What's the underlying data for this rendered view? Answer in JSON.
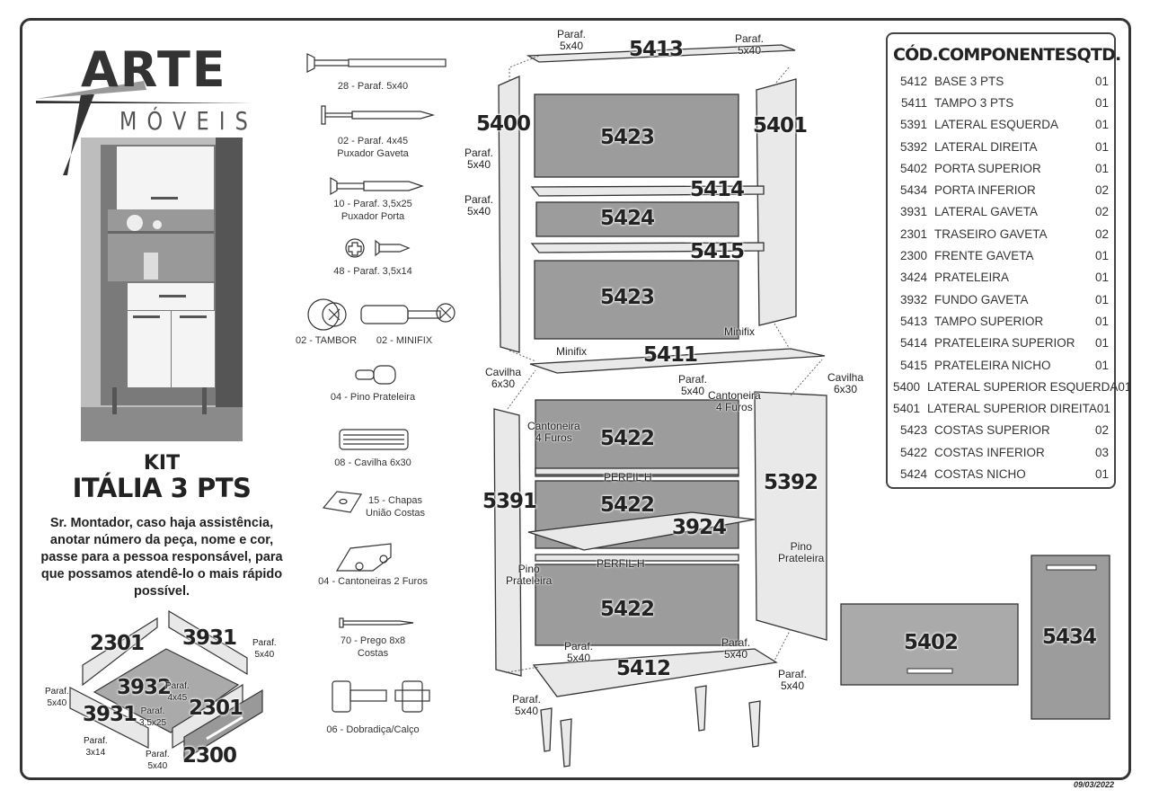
{
  "brand": {
    "name": "ARTE",
    "sub": "MÓVEIS"
  },
  "kit": {
    "prefix": "KIT",
    "title": "ITÁLIA 3 PTS",
    "notice": "Sr. Montador, caso haja assistência, anotar número da peça, nome e cor, passe para a pessoa responsável, para que possamos atendê-lo o mais rápido possível."
  },
  "hardware": [
    "28 - Paraf. 5x40",
    "02 - Paraf. 4x45\nPuxador Gaveta",
    "10 - Paraf. 3,5x25\nPuxador Porta",
    "48 - Paraf. 3,5x14",
    "02 - TAMBOR",
    "02 - MINIFIX",
    "04 - Pino Prateleira",
    "08 - Cavilha 6x30",
    "15 - Chapas\nUnião Costas",
    "04 - Cantoneiras 2 Furos",
    "70 - Prego 8x8\nCostas",
    "06 - Dobradiça/Calço"
  ],
  "table": {
    "headers": [
      "CÓD.",
      "COMPONENTES",
      "QTD."
    ],
    "rows": [
      [
        "5412",
        "BASE 3 PTS",
        "01"
      ],
      [
        "5411",
        "TAMPO 3 PTS",
        "01"
      ],
      [
        "5391",
        "LATERAL ESQUERDA",
        "01"
      ],
      [
        "5392",
        "LATERAL DIREITA",
        "01"
      ],
      [
        "5402",
        "PORTA SUPERIOR",
        "01"
      ],
      [
        "5434",
        "PORTA INFERIOR",
        "02"
      ],
      [
        "3931",
        "LATERAL GAVETA",
        "02"
      ],
      [
        "2301",
        "TRASEIRO GAVETA",
        "02"
      ],
      [
        "2300",
        "FRENTE GAVETA",
        "01"
      ],
      [
        "3424",
        "PRATELEIRA",
        "01"
      ],
      [
        "3932",
        "FUNDO GAVETA",
        "01"
      ],
      [
        "5413",
        "TAMPO SUPERIOR",
        "01"
      ],
      [
        "5414",
        "PRATELEIRA SUPERIOR",
        "01"
      ],
      [
        "5415",
        "PRATELEIRA NICHO",
        "01"
      ],
      [
        "5400",
        "LATERAL SUPERIOR ESQUERDA",
        "01"
      ],
      [
        "5401",
        "LATERAL SUPERIOR DIREITA",
        "01"
      ],
      [
        "5423",
        "COSTAS SUPERIOR",
        "02"
      ],
      [
        "5422",
        "COSTAS INFERIOR",
        "03"
      ],
      [
        "5424",
        "COSTAS NICHO",
        "01"
      ]
    ]
  },
  "codes": [
    "5413",
    "5400",
    "5423",
    "5401",
    "5414",
    "5424",
    "5415",
    "5423",
    "5411",
    "5422",
    "5391",
    "5392",
    "5422",
    "3924",
    "5422",
    "5412",
    "5402",
    "5434"
  ],
  "notes": [
    "Paraf.\n5x40",
    "Paraf.\n5x40",
    "Paraf.\n5x40",
    "Paraf.\n5x40",
    "Paraf.\n5x40",
    "Paraf.\n5x40",
    "Paraf.\n5x40",
    "Paraf.\n5x40",
    "Paraf.\n5x40",
    "Minifix",
    "Minifix",
    "Cavilha\n6x30",
    "Cavilha\n6x30",
    "Cantoneira\n4 Furos",
    "Cantoneira\n4 Furos",
    "PERFIL H",
    "PERFIL H",
    "Pino\nPrateleira",
    "Pino\nPrateleira"
  ],
  "drawer": {
    "codes": [
      "2301",
      "3931",
      "3932",
      "3931",
      "2301",
      "2300"
    ],
    "notes": [
      "Paraf.\n5x40",
      "Paraf.\n4x45",
      "Paraf.\n5x40",
      "Paraf.\n3,5x25",
      "Paraf.\n3x14",
      "Paraf.\n5x40"
    ]
  },
  "date": "09/03/2022"
}
